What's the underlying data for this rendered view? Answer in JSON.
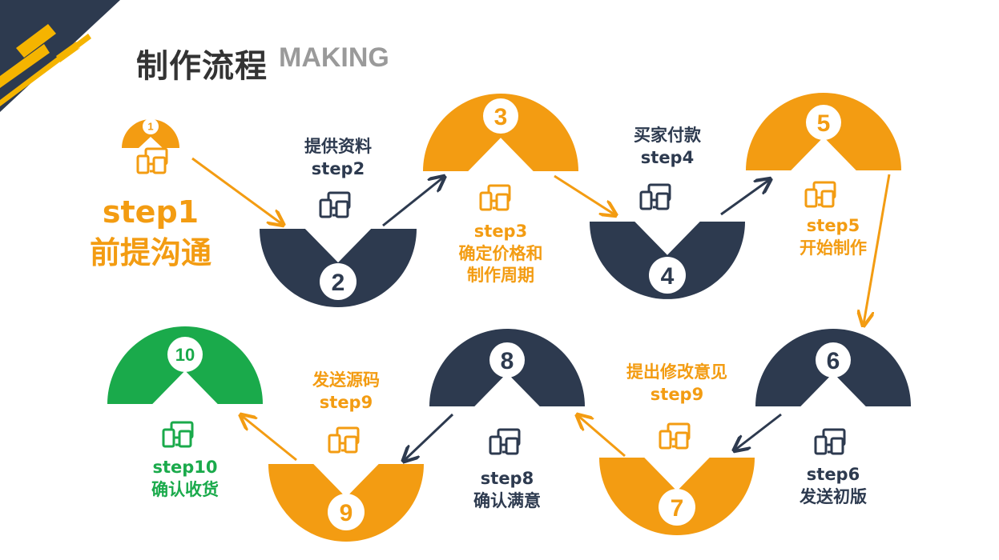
{
  "header": {
    "title_cn": "制作流程",
    "title_en": "MAKING"
  },
  "colors": {
    "orange": "#f39c12",
    "navy": "#2d3a4f",
    "green": "#1aaa4b",
    "accent_yellow": "#f5b400",
    "title_gray": "#9a9a9a"
  },
  "steps": [
    {
      "num": "1",
      "lines": [
        "step1",
        "前提沟通"
      ]
    },
    {
      "num": "2",
      "lines": [
        "提供资料",
        "step2"
      ]
    },
    {
      "num": "3",
      "lines": [
        "step3",
        "确定价格和",
        "制作周期"
      ]
    },
    {
      "num": "4",
      "lines": [
        "买家付款",
        "step4"
      ]
    },
    {
      "num": "5",
      "lines": [
        "step5",
        "开始制作"
      ]
    },
    {
      "num": "6",
      "lines": [
        "step6",
        "发送初版"
      ]
    },
    {
      "num": "7",
      "lines": [
        "提出修改意见",
        "step9"
      ]
    },
    {
      "num": "8",
      "lines": [
        "step8",
        "确认满意"
      ]
    },
    {
      "num": "9",
      "lines": [
        "发送源码",
        "step9"
      ]
    },
    {
      "num": "10",
      "lines": [
        "step10",
        "确认收货"
      ]
    }
  ],
  "icon_name": "devices-icon"
}
